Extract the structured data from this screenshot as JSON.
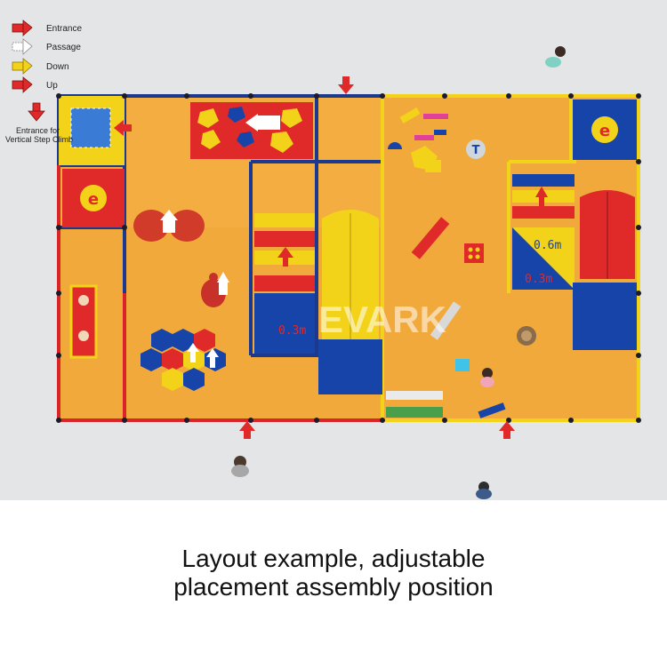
{
  "legend": {
    "entrance": "Entrance",
    "passage": "Passage",
    "down": "Down",
    "up": "Up",
    "vertical_line1": "Entrance for",
    "vertical_line2": "Vertical Step Climb"
  },
  "labels": {
    "height_left": "0.3m",
    "height_right_top": "0.6m",
    "height_right_bottom": "0.3m",
    "watermark": "EVARK"
  },
  "caption": {
    "line1": "Layout example, adjustable",
    "line2": "placement assembly position"
  },
  "colors": {
    "floor": "#f2a93b",
    "frame_blue": "#1b3a8f",
    "frame_yellow": "#f3d21a",
    "frame_red": "#d9252a",
    "panel_blue": "#1744a8",
    "panel_red": "#e02a2a"
  }
}
